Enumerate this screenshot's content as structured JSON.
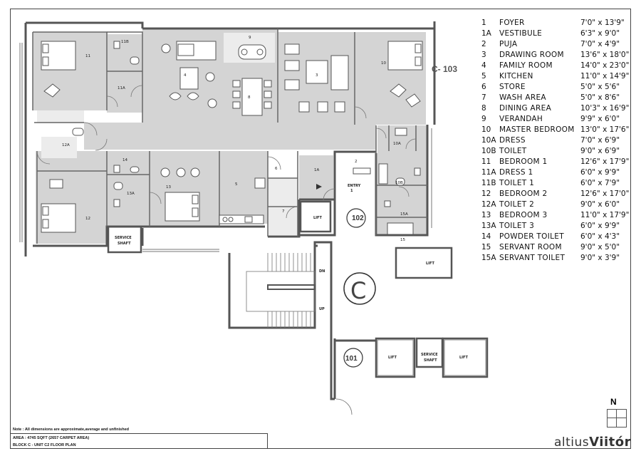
{
  "unit_label": "C- 103",
  "core_label": "C",
  "unit_tags": {
    "u102": "102",
    "u101": "101"
  },
  "labels": {
    "lift": "LIFT",
    "service_shaft_1": "SERVICE",
    "service_shaft_2": "SHAFT",
    "entry_1": "ENTRY",
    "entry_2": "1",
    "dn": "DN",
    "up": "UP"
  },
  "room_numbers": {
    "r11": "11",
    "r11b": "11B",
    "r11a": "11A",
    "r4": "4",
    "r9": "9",
    "r8": "8",
    "r3": "3",
    "r10": "10",
    "r12a": "12A",
    "r12": "12",
    "r14": "14",
    "r13a": "13A",
    "r13": "13",
    "r5": "5",
    "r6": "6",
    "r7": "7",
    "r1a": "1A",
    "r2": "2",
    "r10a": "10A",
    "r10b": "10B",
    "r15a": "15A",
    "r15": "15"
  },
  "legend": [
    {
      "num": "1",
      "name": "FOYER",
      "dim": "7'0\" x 13'9\""
    },
    {
      "num": "1A",
      "name": "VESTIBULE",
      "dim": "6'3\" x 9'0\""
    },
    {
      "num": "2",
      "name": "PUJA",
      "dim": "7'0\" x 4'9\""
    },
    {
      "num": "3",
      "name": "DRAWING ROOM",
      "dim": "13'6\" x 18'0\""
    },
    {
      "num": "4",
      "name": "FAMILY ROOM",
      "dim": "14'0\" x 23'0\""
    },
    {
      "num": "5",
      "name": "KITCHEN",
      "dim": "11'0\" x 14'9\""
    },
    {
      "num": "6",
      "name": "STORE",
      "dim": "5'0\" x 5'6\""
    },
    {
      "num": "7",
      "name": "WASH AREA",
      "dim": "5'0\" x 8'6\""
    },
    {
      "num": "8",
      "name": "DINING AREA",
      "dim": "10'3\" x 16'9\""
    },
    {
      "num": "9",
      "name": "VERANDAH",
      "dim": "9'9\" x 6'0\""
    },
    {
      "num": "10",
      "name": "MASTER BEDROOM",
      "dim": "13'0\" x 17'6\""
    },
    {
      "num": "10A",
      "name": "DRESS",
      "dim": "7'0\" x 6'9\""
    },
    {
      "num": "10B",
      "name": "TOILET",
      "dim": "9'0\" x 6'9\""
    },
    {
      "num": "11",
      "name": "BEDROOM 1",
      "dim": "12'6\" x 17'9\""
    },
    {
      "num": "11A",
      "name": "DRESS 1",
      "dim": "6'0\" x 9'9\""
    },
    {
      "num": "11B",
      "name": "TOILET 1",
      "dim": "6'0\" x 7'9\""
    },
    {
      "num": "12",
      "name": "BEDROOM 2",
      "dim": "12'6\" x 17'0\""
    },
    {
      "num": "12A",
      "name": "TOILET 2",
      "dim": "9'0\" x 6'0\""
    },
    {
      "num": "13",
      "name": "BEDROOM 3",
      "dim": "11'0\" x 17'9\""
    },
    {
      "num": "13A",
      "name": "TOILET 3",
      "dim": "6'0\" x 9'9\""
    },
    {
      "num": "14",
      "name": "POWDER TOILET",
      "dim": "6'0\" x 4'3\""
    },
    {
      "num": "15",
      "name": "SERVANT ROOM",
      "dim": "9'0\" x 5'0\""
    },
    {
      "num": "15A",
      "name": "SERVANT TOILET",
      "dim": "9'0\" x 3'9\""
    }
  ],
  "footer": {
    "note": "Note : All dimensions are approximate,average and unfinished",
    "area": "AREA : 4745 SQFT (2657 CARPET AREA)",
    "block": "BLOCK C - UNIT  C2   FLOOR PLAN"
  },
  "brand": {
    "prefix": "altius",
    "name": "Viitór"
  },
  "compass": {
    "label": "N"
  }
}
